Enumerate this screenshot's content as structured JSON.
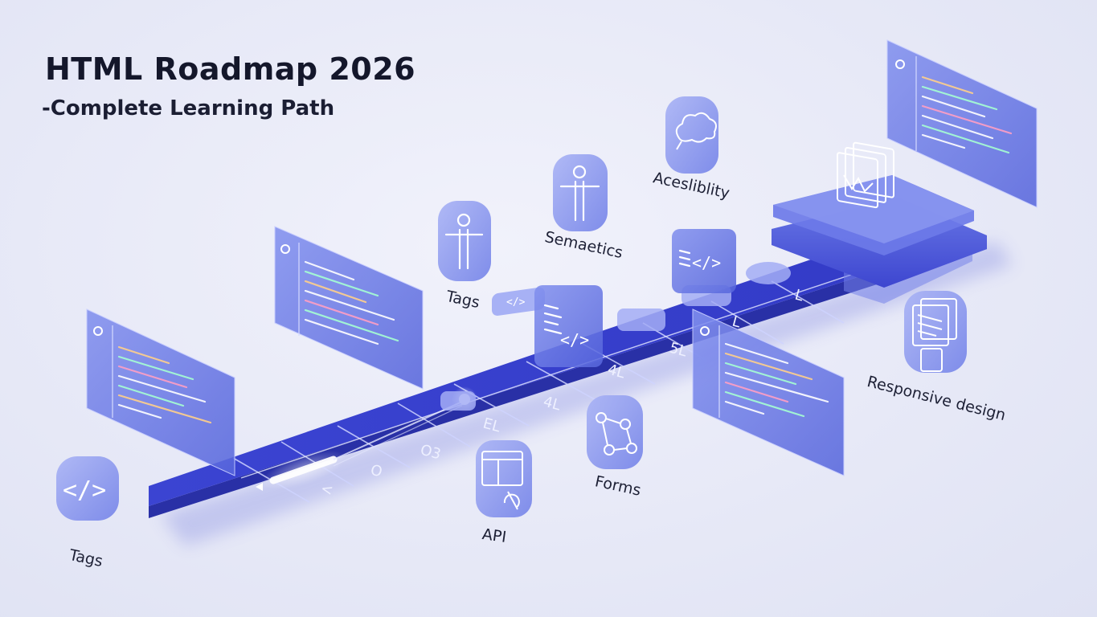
{
  "header": {
    "title": "HTML Roadmap 2026",
    "subtitle": "-Complete Learning Path"
  },
  "labels": {
    "tags_bottom": "Tags",
    "tags_top": "Tags",
    "semantics": "Semaetics",
    "accessibility": "Acesliblity",
    "api": "API",
    "forms": "Forms",
    "responsive": "Responsive design"
  },
  "track_marks": [
    "<",
    "O",
    "O3",
    "EL",
    "4L",
    "4L",
    "5L",
    "L",
    "L"
  ],
  "colors": {
    "track": "#3a43cf",
    "track_edge": "#2a31a8",
    "panel": "#6f7ee6",
    "icon_tile": "#8e9cf0",
    "glow": "#ffffff",
    "text": "#14172b"
  },
  "icons": [
    "code-tag-icon",
    "person-icon",
    "cloud-icon",
    "browser-window-icon",
    "network-nodes-icon",
    "responsive-screens-icon",
    "layers-icon"
  ]
}
